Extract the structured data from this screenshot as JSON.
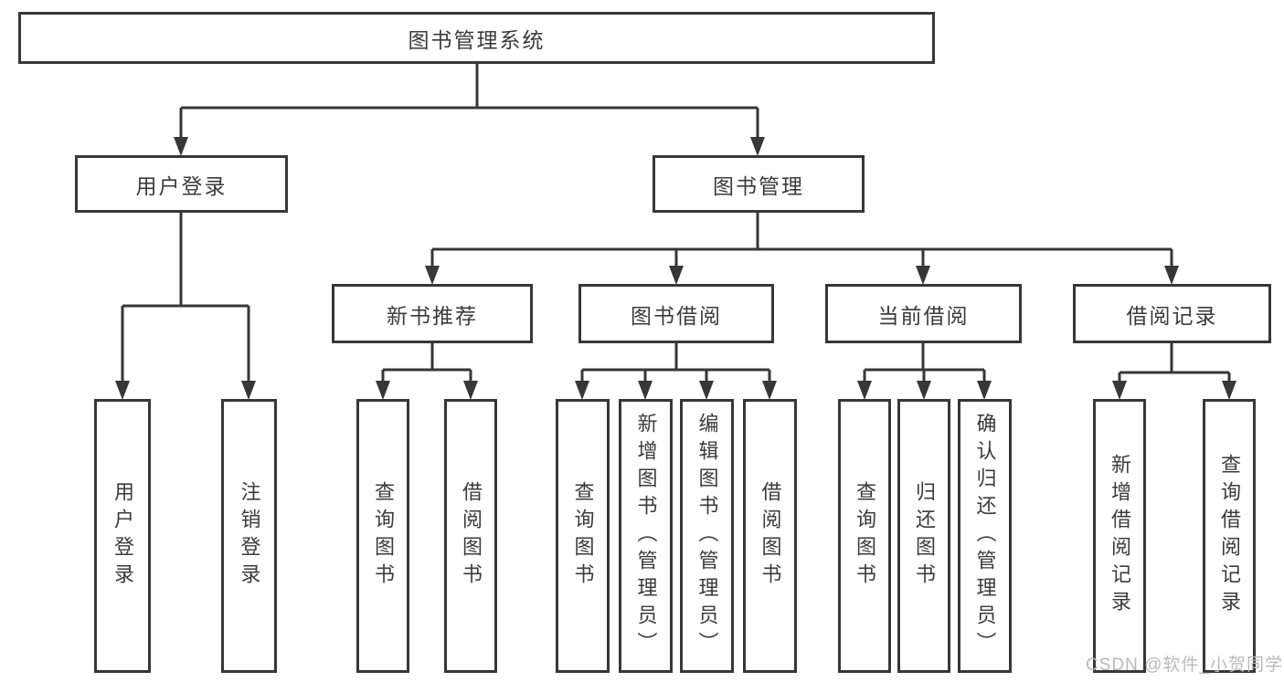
{
  "diagram_title": "图书管理系统",
  "tree": {
    "label": "图书管理系统",
    "children": [
      {
        "label": "用户登录",
        "children": [
          {
            "label": "用户登录"
          },
          {
            "label": "注销登录"
          }
        ]
      },
      {
        "label": "图书管理",
        "children": [
          {
            "label": "新书推荐",
            "children": [
              {
                "label": "查询图书"
              },
              {
                "label": "借阅图书"
              }
            ]
          },
          {
            "label": "图书借阅",
            "children": [
              {
                "label": "查询图书"
              },
              {
                "label": "新增图书（管理员）"
              },
              {
                "label": "编辑图书（管理员）"
              },
              {
                "label": "借阅图书"
              }
            ]
          },
          {
            "label": "当前借阅",
            "children": [
              {
                "label": "查询图书"
              },
              {
                "label": "归还图书"
              },
              {
                "label": "确认归还（管理员）"
              }
            ]
          },
          {
            "label": "借阅记录",
            "children": [
              {
                "label": "新增借阅记录"
              },
              {
                "label": "查询借阅记录"
              }
            ]
          }
        ]
      }
    ]
  },
  "watermark": {
    "text": "CSDN @软件_小贺同学"
  },
  "colors": {
    "line": "#373737",
    "box_border": "#373737",
    "text": "#3b3b3b",
    "watermark": "#b9b9b9",
    "background": "#ffffff"
  }
}
